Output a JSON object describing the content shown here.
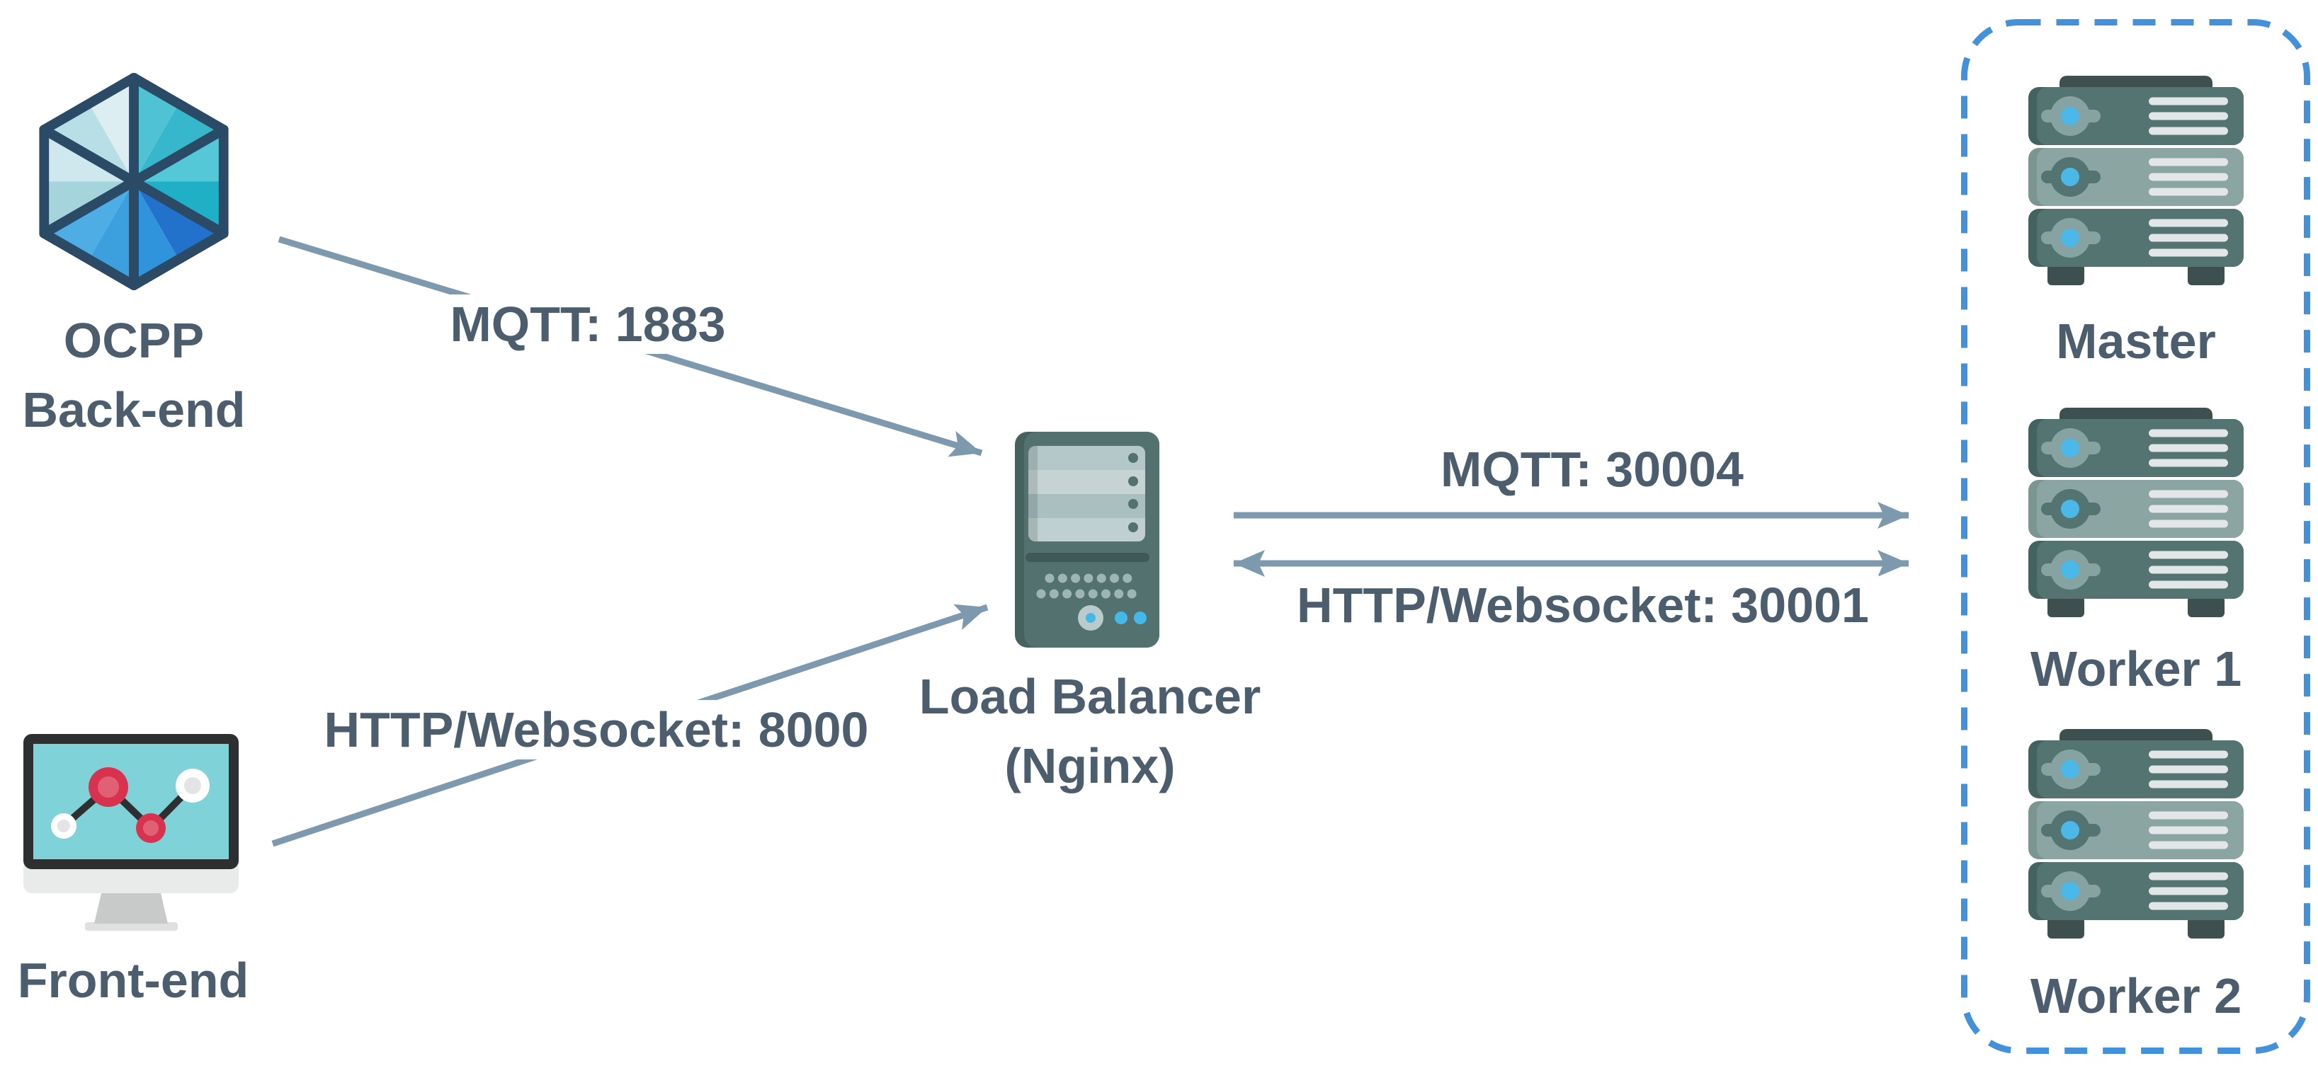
{
  "diagram": {
    "type": "architecture-diagram",
    "background": "#ffffff",
    "colors": {
      "label_text": "#4c5e6d",
      "arrow": "#7d99ae",
      "cluster_border": "#4291da",
      "accent_blue": "#45b8ea",
      "server_body_dark": "#537471",
      "server_body_light": "#8ba6a2",
      "hexagon_outline": "#2b4a66",
      "monitor_screen": "#7fd2d8",
      "chart_red": "#d8324e"
    },
    "nodes": {
      "ocpp_backend": {
        "label_line1": "OCPP",
        "label_line2": "Back-end",
        "icon": "cube-hexagon-icon"
      },
      "frontend": {
        "label": "Front-end",
        "icon": "monitor-chart-icon"
      },
      "load_balancer": {
        "label_line1": "Load Balancer",
        "label_line2": "(Nginx)",
        "icon": "server-tower-icon"
      },
      "cluster": {
        "icon": "server-rack-icon",
        "members": [
          {
            "label": "Master"
          },
          {
            "label": "Worker 1"
          },
          {
            "label": "Worker 2"
          }
        ]
      }
    },
    "connections": [
      {
        "label": "MQTT: 1883",
        "from": "ocpp_backend",
        "to": "load_balancer",
        "arrows": "one-way"
      },
      {
        "label": "HTTP/Websocket: 8000",
        "from": "frontend",
        "to": "load_balancer",
        "arrows": "one-way"
      },
      {
        "label": "MQTT: 30004",
        "from": "load_balancer",
        "to": "cluster",
        "arrows": "one-way"
      },
      {
        "label": "HTTP/Websocket: 30001",
        "from": "load_balancer",
        "to": "cluster",
        "arrows": "two-way"
      }
    ]
  }
}
